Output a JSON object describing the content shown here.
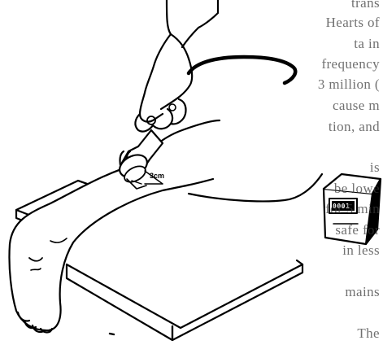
{
  "figure": {
    "measure_label": "3cm",
    "device_display": "0001",
    "icons": [
      "hand-icon",
      "ultrasound-probe-icon",
      "foot-icon",
      "therapy-unit-icon"
    ]
  },
  "bleed_text": {
    "lines": [
      "trans",
      "Hearts of",
      "ta in",
      "frequency",
      "3 million (",
      "cause m",
      "tion, and",
      "",
      "is ",
      "be lowe",
      "for 5 min",
      "safe for",
      "in less",
      "mains",
      "The "
    ]
  }
}
